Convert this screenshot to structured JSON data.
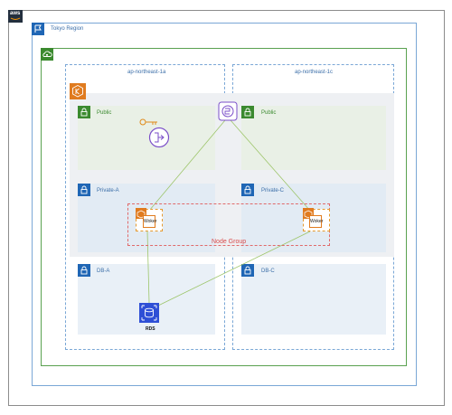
{
  "logo": {
    "text": "aws"
  },
  "region": {
    "label": "Tokyo Region"
  },
  "azs": [
    {
      "label": "ap-northeast-1a"
    },
    {
      "label": "ap-northeast-1c"
    }
  ],
  "subnets": {
    "public_a": "Public",
    "public_c": "Public",
    "private_a": "Private-A",
    "private_c": "Private-C",
    "db_a": "DB-A",
    "db_c": "DB-C"
  },
  "node_group": {
    "label": "Node Group"
  },
  "workers": [
    {
      "label": "Woker"
    },
    {
      "label": "Woker"
    }
  ],
  "rds": {
    "label": "RDS"
  },
  "colors": {
    "public_subnet": "#e9f0e6",
    "private_subnet": "#e2ebf4",
    "region_border": "#7aa7d6",
    "vpc_border": "#5aa150",
    "connector": "#9dc56a",
    "node_group": "#e06a6a",
    "worker_orange": "#e07b1f",
    "rds_blue": "#2e4fd6"
  }
}
